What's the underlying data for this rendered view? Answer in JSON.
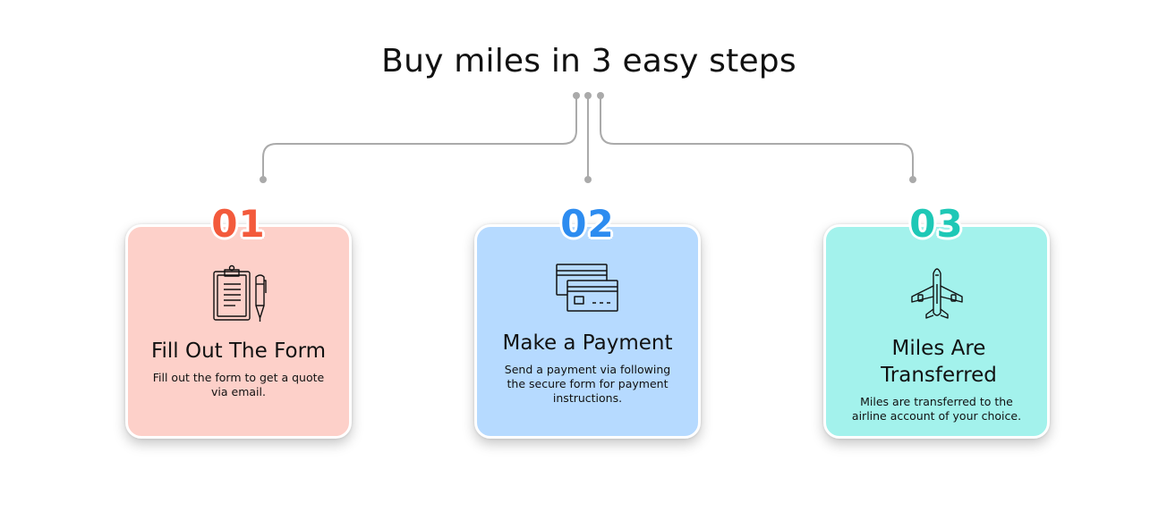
{
  "heading": "Buy miles in 3 easy steps",
  "steps": [
    {
      "number": "01",
      "icon": "clipboard-pen-icon",
      "title": "Fill Out The Form",
      "description": "Fill out the form to get a quote via email.",
      "accent": "#f35a3c",
      "background": "#fdd0c9"
    },
    {
      "number": "02",
      "icon": "credit-cards-icon",
      "title": "Make a Payment",
      "description": "Send a payment via following the secure form for payment instructions.",
      "accent": "#2d8cf0",
      "background": "#b6daff"
    },
    {
      "number": "03",
      "icon": "airplane-icon",
      "title": "Miles Are Transferred",
      "description": "Miles are transferred to the airline account of your choice.",
      "accent": "#1ec8b6",
      "background": "#a3f2ec"
    }
  ],
  "colors": {
    "connector": "#aaaaaa"
  }
}
